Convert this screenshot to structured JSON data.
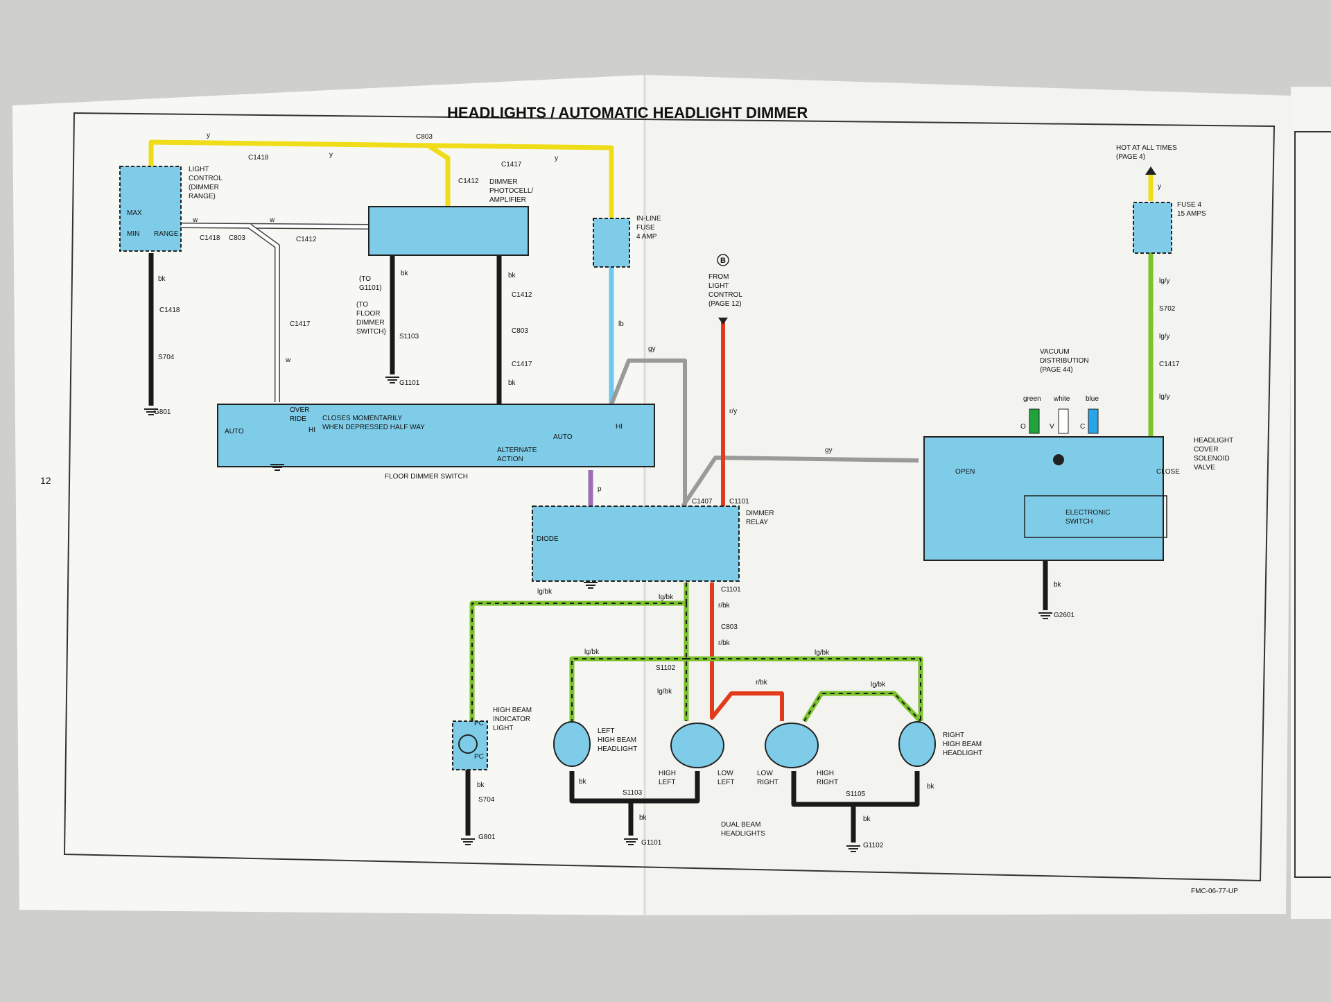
{
  "page": {
    "title": "HEADLIGHTS / AUTOMATIC HEADLIGHT DIMMER",
    "page_number": "12",
    "footer_code": "FMC-06-77-UP"
  },
  "colors": {
    "yellow": "#f0dd1a",
    "white_wire": "#f4f4f4",
    "light_blue": "#6ec9ef",
    "gray": "#9a9a9a",
    "red": "#e23a1a",
    "green": "#7cc22c",
    "purple": "#9b6fb0",
    "black": "#1a1a1a",
    "component_fill": "#7fcce8",
    "paper": "#f6f6f2"
  },
  "components": {
    "light_control": [
      "LIGHT",
      "CONTROL",
      "(DIMMER",
      "RANGE)"
    ],
    "light_control_max": "MAX",
    "light_control_min": "MIN",
    "light_control_range": "RANGE",
    "dimmer_photocell": [
      "DIMMER",
      "PHOTOCELL/",
      "AMPLIFIER"
    ],
    "inline_fuse": [
      "IN-LINE",
      "FUSE",
      "4 AMP"
    ],
    "to_g1101": [
      "(TO",
      "G1101)",
      "(TO",
      "FLOOR",
      "DIMMER",
      "SWITCH)"
    ],
    "from_light_control": [
      "FROM",
      "LIGHT",
      "CONTROL",
      "(PAGE 12)"
    ],
    "from_marker": "B",
    "hot_at_all_times": [
      "HOT AT ALL TIMES",
      "(PAGE 4)"
    ],
    "fuse4": [
      "FUSE 4",
      "15 AMPS"
    ],
    "vacuum_distribution": [
      "VACUUM",
      "DISTRIBUTION",
      "(PAGE 44)"
    ],
    "vacuum_colors": [
      "green",
      "white",
      "blue"
    ],
    "vacuum_ports": [
      "O",
      "V",
      "C"
    ],
    "headlight_cover_valve": [
      "HEADLIGHT",
      "COVER",
      "SOLENOID",
      "VALVE"
    ],
    "valve_open": "OPEN",
    "valve_close": "CLOSE",
    "electronic_switch": [
      "ELECTRONIC",
      "SWITCH"
    ],
    "floor_switch_auto": "AUTO",
    "floor_switch_override": [
      "OVER",
      "RIDE"
    ],
    "floor_switch_hi": "HI",
    "floor_switch_closes": [
      "CLOSES MOMENTARILY",
      "WHEN DEPRESSED HALF WAY"
    ],
    "floor_switch_auto2": "AUTO",
    "floor_switch_alt": [
      "ALTERNATE",
      "ACTION"
    ],
    "floor_switch_hi2": "HI",
    "floor_dimmer_switch": "FLOOR DIMMER SWITCH",
    "diode": "DIODE",
    "dimmer_relay": [
      "DIMMER",
      "RELAY"
    ],
    "high_beam_indicator": [
      "HIGH BEAM",
      "INDICATOR",
      "LIGHT"
    ],
    "pc": "PC",
    "left_high_beam": [
      "LEFT",
      "HIGH BEAM",
      "HEADLIGHT"
    ],
    "right_high_beam": [
      "RIGHT",
      "HIGH BEAM",
      "HEADLIGHT"
    ],
    "high_left": [
      "HIGH",
      "LEFT"
    ],
    "low_left": [
      "LOW",
      "LEFT"
    ],
    "low_right": [
      "LOW",
      "RIGHT"
    ],
    "high_right": [
      "HIGH",
      "RIGHT"
    ],
    "dual_beam": [
      "DUAL BEAM",
      "HEADLIGHTS"
    ]
  },
  "connectors": {
    "c1418_top": "C1418",
    "c803_top": "C803",
    "c1417_top": "C1417",
    "c1412_top": "C1412",
    "c1418_mid": "C1418",
    "c803_mid": "C803",
    "c1412_mid": "C1412",
    "c1418_left": "C1418",
    "s704_left": "S704",
    "g801_left": "G801",
    "c1417_white": "C1417",
    "s1103_a": "S1103",
    "g1101_a": "G1101",
    "c1412_b": "C1412",
    "c803_b": "C803",
    "c1417_b": "C1417",
    "c1407": "C1407",
    "c1101_top": "C1101",
    "c1101_bot": "C1101",
    "c803_relay": "C803",
    "s1102": "S1102",
    "s704_ind": "S704",
    "g801_ind": "G801",
    "s1103_low": "S1103",
    "g1101_low": "G1101",
    "s1105": "S1105",
    "g1102": "G1102",
    "s702": "S702",
    "c1417_right": "C1417",
    "g2601": "G2601"
  },
  "wire_codes": {
    "y": "y",
    "w": "w",
    "bk": "bk",
    "lb": "lb",
    "gy": "gy",
    "ry": "r/y",
    "p": "p",
    "lgbk": "lg/bk",
    "rbk": "r/bk",
    "lgy": "lg/y"
  }
}
